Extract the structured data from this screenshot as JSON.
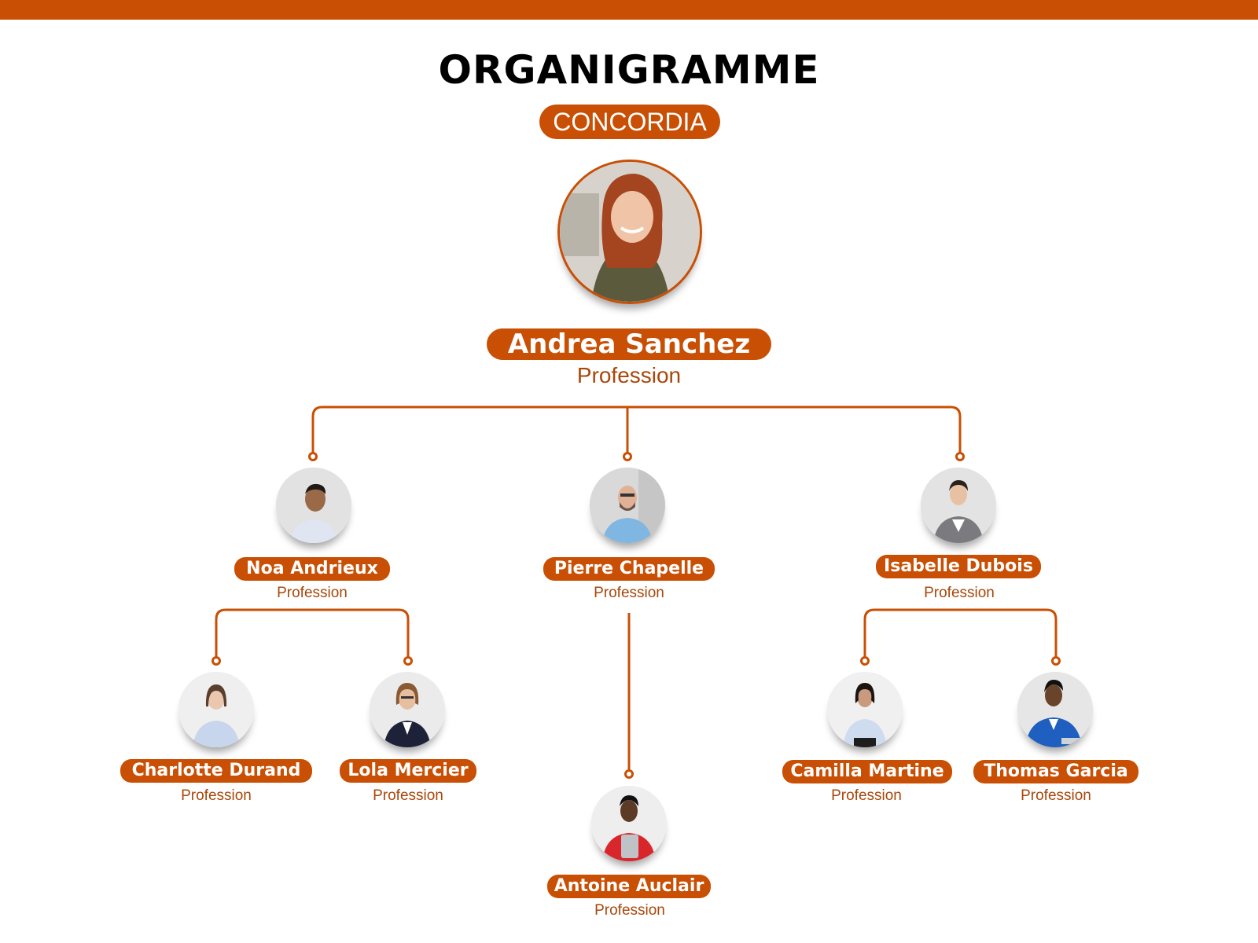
{
  "header": {
    "title": "ORGANIGRAMME",
    "subtitle": "CONCORDIA"
  },
  "colors": {
    "accent": "#c94f04",
    "text": "#000000"
  },
  "people": {
    "ceo": {
      "name": "Andrea Sanchez",
      "role": "Profession"
    },
    "noa": {
      "name": "Noa Andrieux",
      "role": "Profession"
    },
    "pierre": {
      "name": "Pierre Chapelle",
      "role": "Profession"
    },
    "isabelle": {
      "name": "Isabelle Dubois",
      "role": "Profession"
    },
    "charlotte": {
      "name": "Charlotte Durand",
      "role": "Profession"
    },
    "lola": {
      "name": "Lola Mercier",
      "role": "Profession"
    },
    "antoine": {
      "name": "Antoine Auclair",
      "role": "Profession"
    },
    "camilla": {
      "name": "Camilla Martine",
      "role": "Profession"
    },
    "thomas": {
      "name": "Thomas Garcia",
      "role": "Profession"
    }
  }
}
